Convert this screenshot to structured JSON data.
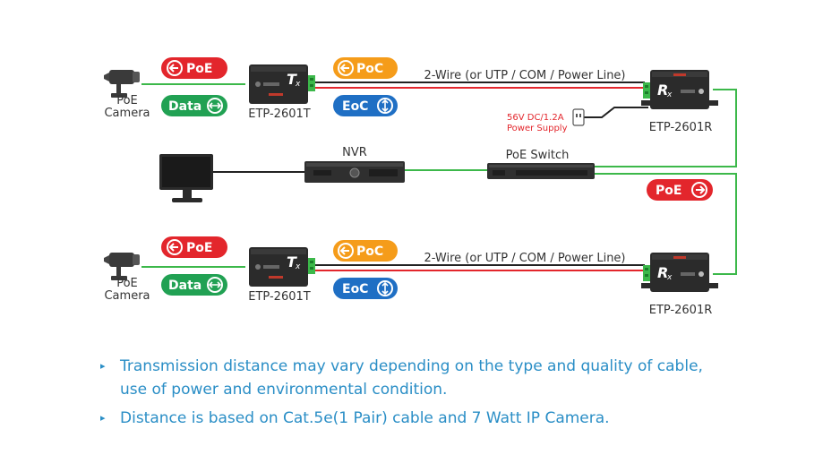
{
  "diagram": {
    "top": {
      "camera_label_1": "PoE",
      "camera_label_2": "Camera",
      "pill_poe": "PoE",
      "pill_data": "Data",
      "tx_label": "ETP-2601T",
      "pill_poc": "PoC",
      "pill_eoc": "EoC",
      "wire_label": "2-Wire (or UTP / COM / Power Line)",
      "power_supply_1": "56V DC/1.2A",
      "power_supply_2": "Power Supply",
      "rx_label": "ETP-2601R"
    },
    "middle": {
      "nvr_label": "NVR",
      "switch_label": "PoE Switch",
      "pill_poe": "PoE"
    },
    "bottom": {
      "camera_label_1": "PoE",
      "camera_label_2": "Camera",
      "pill_poe": "PoE",
      "pill_data": "Data",
      "tx_label": "ETP-2601T",
      "pill_poc": "PoC",
      "pill_eoc": "EoC",
      "wire_label": "2-Wire (or UTP / COM / Power Line)",
      "rx_label": "ETP-2601R"
    },
    "device_marks": {
      "tx_letter": "T",
      "tx_sub": "x",
      "rx_letter": "R",
      "rx_sub": "x"
    },
    "colors": {
      "poe_red": "#e3262c",
      "data_green": "#21a153",
      "poc_orange": "#f59c1a",
      "eoc_blue": "#1f6fc4",
      "wire_green": "#3cb84a",
      "note_blue": "#2a8ec6"
    },
    "icons": [
      "camera-icon",
      "monitor-icon",
      "nvr-icon",
      "switch-icon",
      "power-adapter-icon",
      "arrow-left-icon",
      "arrow-right-icon",
      "arrow-both-icon"
    ]
  },
  "notes": {
    "note1_line1": "Transmission distance may vary depending on the type and quality of cable,",
    "note1_line2": "use of power and environmental condition.",
    "note2": "Distance is based on Cat.5e(1 Pair) cable and 7 Watt IP Camera.",
    "bullet": "▸"
  }
}
